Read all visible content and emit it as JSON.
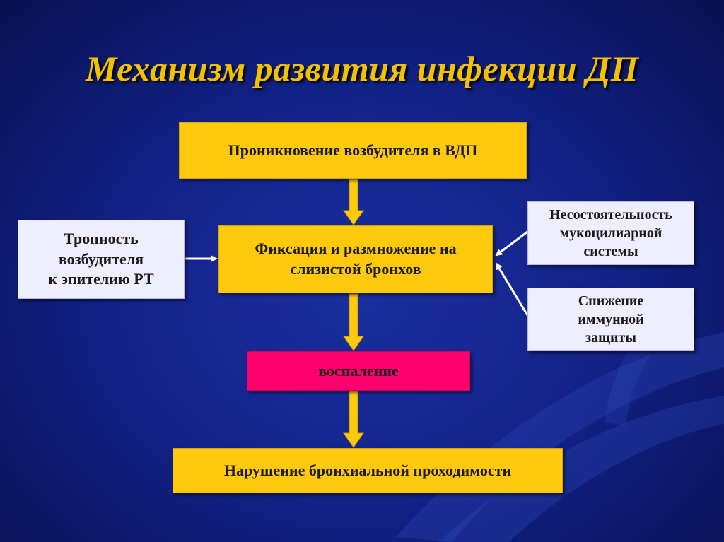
{
  "title": "Механизм развития инфекции ДП",
  "boxes": {
    "penetration": "Проникновение возбудителя в ВДП",
    "fixation": [
      "Фиксация и размножение на",
      "слизистой бронхов"
    ],
    "inflammation": "воспаление",
    "obstruction": "Нарушение бронхиальной проходимости",
    "tropism": [
      "Тропность",
      "возбудителя",
      "к эпителию РТ"
    ],
    "mucociliary": [
      "Несостоятельность",
      "мукоцилиарной",
      "системы"
    ],
    "immune": [
      "Снижение",
      "иммунной",
      "защиты"
    ]
  },
  "colors": {
    "background": "#13238a",
    "title": "#f2c200",
    "yellow_box": "#ffc90e",
    "pink_box": "#ff006e",
    "white_box": "#eeeeff",
    "arrow_fill": "#ffc90e",
    "side_arrow": "#ffffff"
  }
}
